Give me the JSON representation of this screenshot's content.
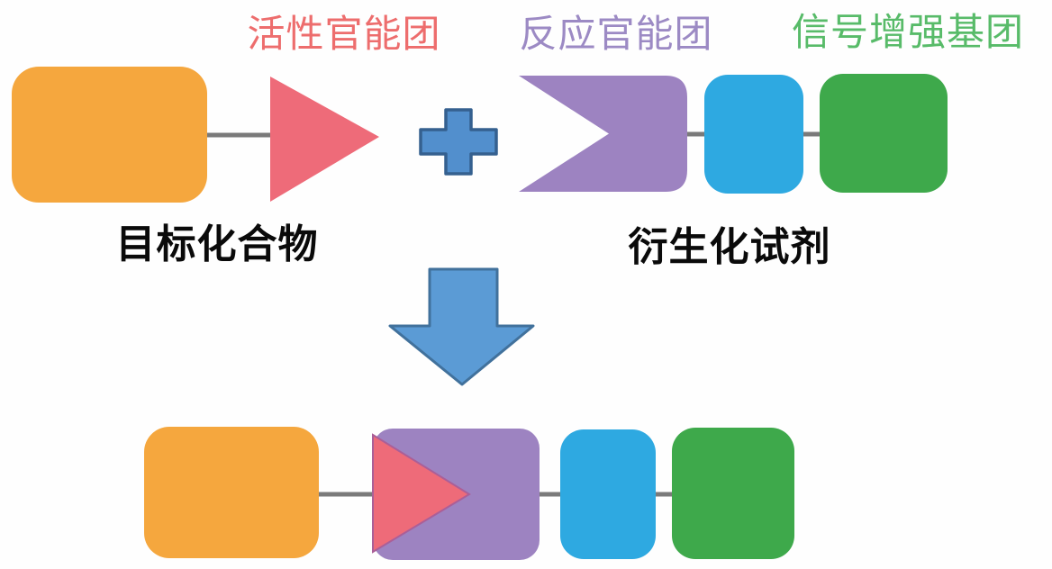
{
  "colors": {
    "background": "#fefefe",
    "orange_block": "#f5a73e",
    "pink_triangle": "#ee6b79",
    "purple_block": "#9d83c1",
    "blue_block": "#2ea9e1",
    "green_block": "#3ea94b",
    "plus_fill": "#528fcd",
    "plus_border": "#35608f",
    "arrow_fill": "#5b9bd5",
    "arrow_border": "#41719c",
    "connector": "#7a7a7a",
    "bottom_triangle_edge": "#aa5f98",
    "legend_active": "#ed6d6d",
    "legend_reactive": "#9c8ac4",
    "legend_signal": "#58bb69",
    "label_text": "#0a0a0a"
  },
  "legend": {
    "active_group_label": "活性官能团",
    "reactive_group_label": "反应官能团",
    "signal_group_label": "信号增强基团"
  },
  "labels": {
    "target_compound": "目标化合物",
    "derivatization_reagent": "衍生化试剂"
  }
}
